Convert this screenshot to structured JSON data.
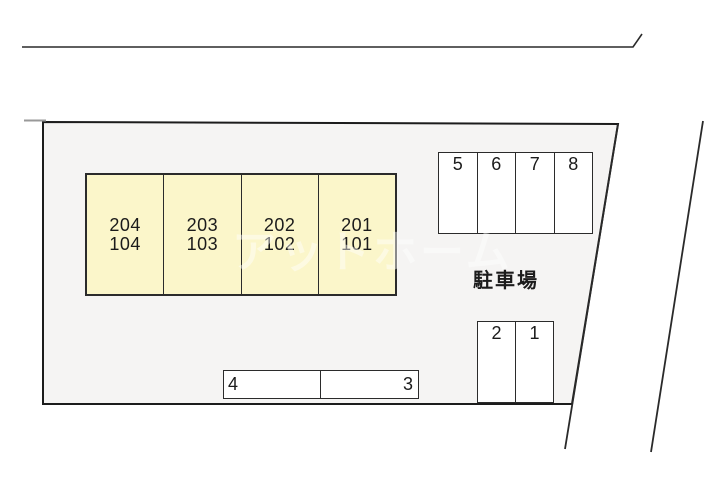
{
  "diagram": {
    "parking_area_label": "駐車場",
    "watermark_text": "アットホーム",
    "building": {
      "units": [
        {
          "line1": "204",
          "line2": "104"
        },
        {
          "line1": "203",
          "line2": "103"
        },
        {
          "line1": "202",
          "line2": "102"
        },
        {
          "line1": "201",
          "line2": "101"
        }
      ]
    },
    "parking": {
      "top_row": [
        "5",
        "6",
        "7",
        "8"
      ],
      "right_row": [
        "2",
        "1"
      ],
      "bottom_row": [
        "4",
        "3"
      ]
    },
    "colors": {
      "property_fill": "#f5f4f3",
      "property_outline": "#1c1c1c",
      "building_fill": "#fbf6ca",
      "space_fill": "#ffffff",
      "road_line": "#2a2a2a",
      "faint_line": "#999999",
      "text": "#1b1b1b"
    }
  }
}
